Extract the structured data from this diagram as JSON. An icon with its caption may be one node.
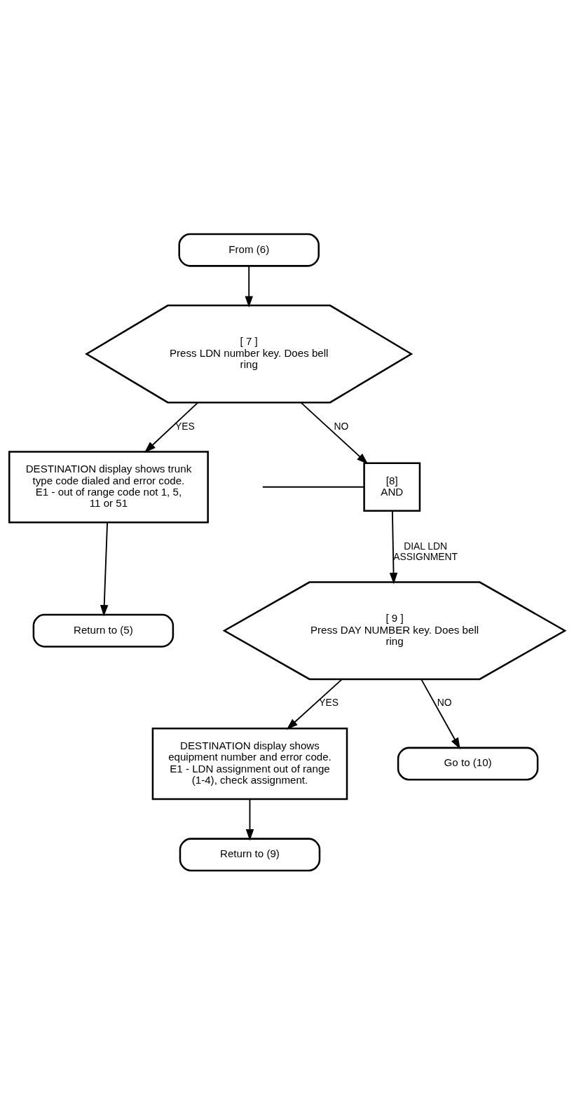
{
  "diagram": {
    "nodes": [
      {
        "text": [
          "From (6)"
        ]
      },
      {
        "text": [
          "[ 7 ]",
          "Press LDN number key. Does bell ring"
        ]
      },
      {
        "text": [
          "DESTINATION display shows trunk type code dialed and error code. E1 - out of range code not 1, 5, 11 or 51"
        ]
      },
      {
        "text": [
          "Return to (5)"
        ]
      },
      {
        "text": [
          "[8]",
          "AND"
        ]
      },
      {
        "text": [
          "[ 9 ]",
          "Press DAY NUMBER key. Does bell ring"
        ]
      },
      {
        "text": [
          "DESTINATION display shows equipment number and error code. E1 - LDN assignment out of range (1-4), check assignment."
        ]
      },
      {
        "text": [
          "Return to (9)"
        ]
      },
      {
        "text": [
          "Go to (10)"
        ]
      }
    ],
    "edges": [
      {
        "from": 0,
        "to": 1,
        "arrow": "to"
      },
      {
        "from": 1,
        "to": 2,
        "arrow": "to",
        "label": "YES"
      },
      {
        "from": 1,
        "to": 4,
        "arrow": "to",
        "label": "NO"
      },
      {
        "from": 2,
        "to": 3,
        "arrow": "to"
      },
      {
        "from": null,
        "to": 4,
        "arrow": "none"
      },
      {
        "from": 4,
        "to": 5,
        "arrow": "to",
        "label": "DIAL LDN ASSIGNMENT"
      },
      {
        "from": 5,
        "to": 6,
        "arrow": "to",
        "label": "YES"
      },
      {
        "from": 5,
        "to": 8,
        "arrow": "to",
        "label": "NO"
      },
      {
        "from": 6,
        "to": 7,
        "arrow": "to"
      }
    ]
  }
}
